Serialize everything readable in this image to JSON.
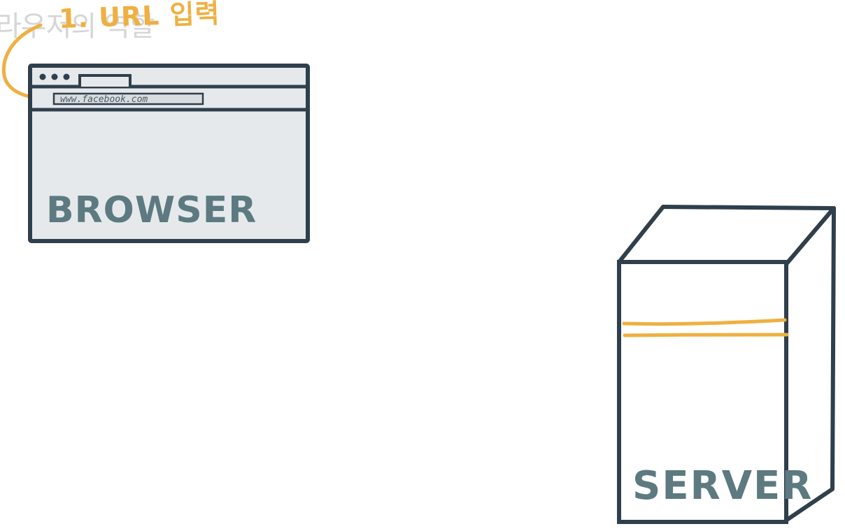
{
  "header": {
    "ghost_title": "라우저의 역할",
    "step_label": "1. URL 입력"
  },
  "browser": {
    "url": "www.facebook.com",
    "label": "BROWSER"
  },
  "server": {
    "label": "SERVER"
  },
  "colors": {
    "outline": "#2f3f4b",
    "accent": "#efb041",
    "label": "#5c7a80",
    "panel": "#e6e9ec"
  }
}
